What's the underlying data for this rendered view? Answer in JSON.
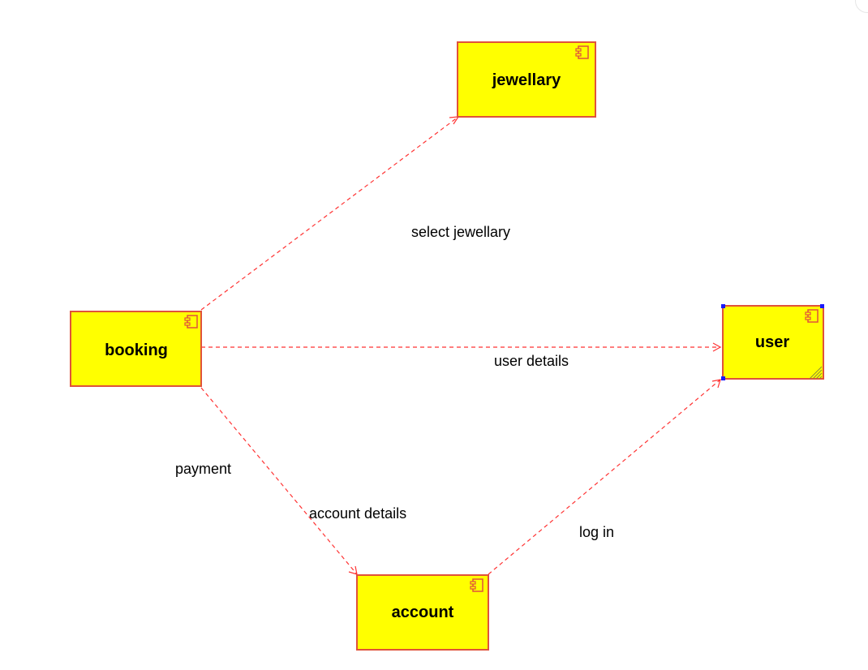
{
  "components": {
    "jewellary": {
      "name": "jewellary"
    },
    "booking": {
      "name": "booking"
    },
    "user": {
      "name": "user"
    },
    "account": {
      "name": "account"
    }
  },
  "connections": {
    "select_jewellary": "select jewellary",
    "user_details": "user details",
    "payment": "payment",
    "account_details": "account details",
    "log_in": "log in"
  },
  "colors": {
    "component_fill": "#ffff00",
    "component_border": "#e0523a",
    "connector": "#ff3333",
    "selection_handle": "#1a1aff"
  }
}
